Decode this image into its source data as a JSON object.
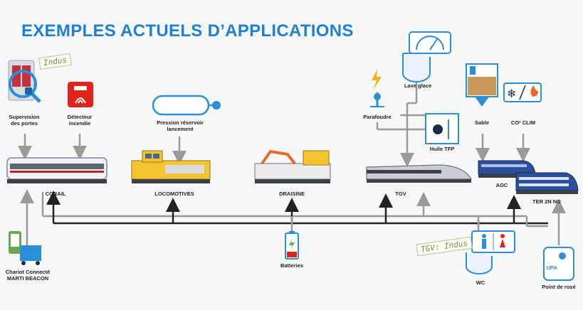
{
  "title": "EXEMPLES ACTUELS D’APPLICATIONS",
  "tags": {
    "indus": "Indus",
    "tgv_indus": "TGV: Indus"
  },
  "sensors": {
    "supervision": [
      "Supervision",
      "des portes"
    ],
    "detecteur": [
      "Détecteur",
      "incendie"
    ],
    "pression": [
      "Pression réservoir",
      "lancement"
    ],
    "parafoudre": "Parafoudre",
    "lave_glace": "Lave glace",
    "huile": "Huile TFP",
    "sable": "Sable",
    "co2": "CO² CLIM",
    "chariot": [
      "Chariot Connecté",
      "MARTI BEACON"
    ],
    "batteries": "Batteries",
    "wc": "WC",
    "point_rose": "Point de rosé",
    "upa": "UPA"
  },
  "vehicles": {
    "corail": "CORAIL",
    "locomotives": "LOCOMOTIVES",
    "draisine": "DRAISINE",
    "tgv": "TGV",
    "agc": "AGC",
    "ter": "TER 2N NG"
  },
  "colors": {
    "title": "#1f7fd0",
    "arrow": "#9a9a9a",
    "bus": "#222222",
    "icon_blue": "#2a8fd6",
    "icon_red": "#e2231a",
    "locomotive_yellow": "#f4c430",
    "draisine_orange": "#e86a2a",
    "tgv_grey": "#c9ced6",
    "regional_blue": "#2c4f9e"
  }
}
